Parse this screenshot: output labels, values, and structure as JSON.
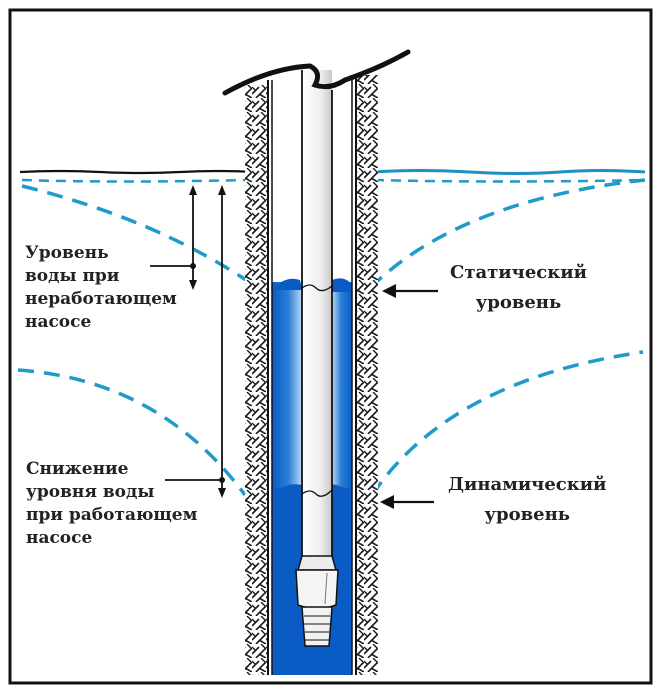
{
  "diagram": {
    "title": "Well water levels: static and dynamic",
    "colors": {
      "water_dark": "#0a5cc4",
      "water_mid": "#2a7fd6",
      "water_light": "#cfe3f7",
      "dashed_line": "#1f9ac9",
      "ground_surface_right": "#1f8fc4",
      "outline": "#111111",
      "pipe": "#f2f2f2"
    },
    "labels": {
      "static_desc": [
        "Уровень",
        "воды при",
        "неработающем",
        "насосе"
      ],
      "dynamic_desc": [
        "Снижение",
        "уровня воды",
        "при работающем",
        "насосе"
      ],
      "static_level": [
        "Статический",
        "уровень"
      ],
      "dynamic_level": [
        "Динамический",
        "уровень"
      ]
    },
    "components": [
      {
        "name": "ground-surface",
        "description": "Ground surface line"
      },
      {
        "name": "well-casing",
        "description": "Well casing with hatched soil walls"
      },
      {
        "name": "riser-pipe",
        "description": "Central riser pipe"
      },
      {
        "name": "submersible-pump",
        "description": "Pump at bottom of pipe"
      },
      {
        "name": "static-water-level",
        "description": "Water surface in well when pump is off"
      },
      {
        "name": "dynamic-water-level",
        "description": "Water surface in well when pump runs"
      },
      {
        "name": "static-depression-cone",
        "description": "Dashed curve of static level"
      },
      {
        "name": "dynamic-depression-cone",
        "description": "Dashed curve of drawdown cone"
      }
    ]
  }
}
